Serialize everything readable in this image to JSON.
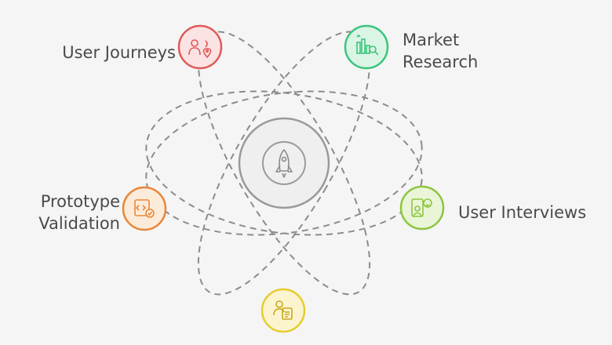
{
  "center": {
    "icon": "rocket-icon"
  },
  "nodes": [
    {
      "id": "user-journeys",
      "label": "User Journeys",
      "icon": "user-journey-icon",
      "color": "#e05a5a",
      "fill": "#fbe3e3"
    },
    {
      "id": "market-research",
      "label": "Market\nResearch",
      "icon": "market-research-icon",
      "color": "#3cc47c",
      "fill": "#daf5e6"
    },
    {
      "id": "user-interviews",
      "label": "User Interviews",
      "icon": "user-interview-icon",
      "color": "#8cc63f",
      "fill": "#eaf5d8"
    },
    {
      "id": "prototype-validation",
      "label": "Prototype\nValidation",
      "icon": "prototype-validation-icon",
      "color": "#e8873a",
      "fill": "#fdebd9"
    },
    {
      "id": "bottom-node",
      "label": "",
      "icon": "document-user-icon",
      "color": "#e6cc2e",
      "fill": "#fbf4cf"
    }
  ]
}
